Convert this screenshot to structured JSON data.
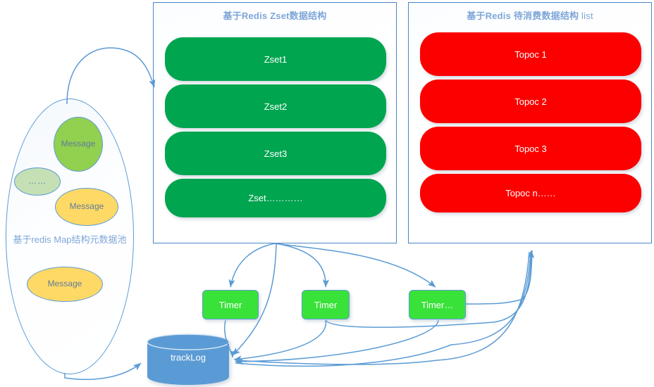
{
  "diagram": {
    "title_colors": {
      "panel_title": "#7EA6D8",
      "zset_fill": "#00A550",
      "topic_fill": "#FC0000",
      "timer_fill": "#39E239",
      "cylinder_fill": "#5B9BD5",
      "arrow_stroke": "#5B9BD5",
      "message_green": "#92D050",
      "message_yellow": "#FFD966",
      "message_pale": "#C5E0B4"
    }
  },
  "meta_pool": {
    "label": "基于redis Map结构元数据池",
    "nodes": [
      {
        "name": "message-green",
        "label": "Message"
      },
      {
        "name": "message-pale",
        "label": "……"
      },
      {
        "name": "message-yellow-1",
        "label": "Message"
      },
      {
        "name": "message-yellow-2",
        "label": "Message"
      }
    ]
  },
  "zset_panel": {
    "title": "基于Redis Zset数据结构",
    "items": [
      {
        "label": "Zset1"
      },
      {
        "label": "Zset2"
      },
      {
        "label": "Zset3"
      },
      {
        "label": "Zset…………"
      }
    ]
  },
  "list_panel": {
    "title_bold": "基于Redis 待消费数据结构",
    "title_light": " list",
    "items": [
      {
        "label": "Topoc 1"
      },
      {
        "label": "Topoc 2"
      },
      {
        "label": "Topoc 3"
      },
      {
        "label": "Topoc n……"
      }
    ]
  },
  "timers": [
    {
      "label": "Timer"
    },
    {
      "label": "Timer"
    },
    {
      "label": "Timer…"
    }
  ],
  "storage": {
    "label": "trackLog"
  }
}
